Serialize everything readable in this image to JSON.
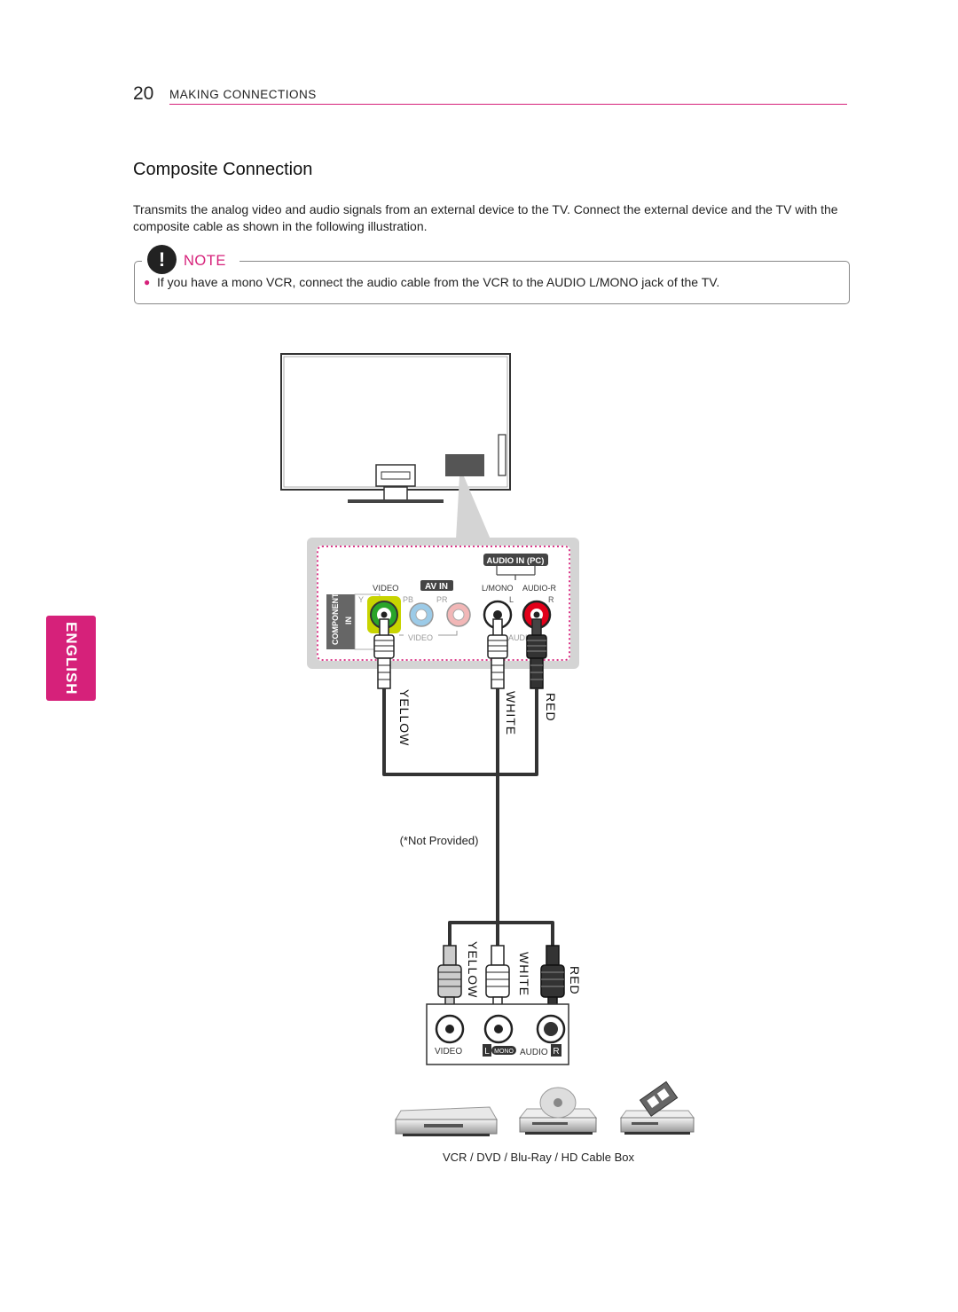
{
  "header": {
    "page_number": "20",
    "section": "MAKING CONNECTIONS"
  },
  "language_tab": "ENGLISH",
  "title": "Composite Connection",
  "intro": "Transmits the analog video and audio signals from an external device to the TV. Connect the external device and the TV with the composite cable as shown in the following illustration.",
  "note": {
    "icon": "!",
    "label": "NOTE",
    "items": [
      "If you have a mono VCR, connect the audio cable from the VCR to the AUDIO L/MONO jack of the TV."
    ]
  },
  "tv_panel": {
    "audio_in_pc": "AUDIO IN (PC)",
    "video": "VIDEO",
    "av_in": "AV IN",
    "l_mono": "L/MONO",
    "audio_r": "AUDIO-R",
    "component_in": "COMPONENT",
    "in_label": "IN",
    "y": "Y",
    "pb": "PB",
    "pr": "PR",
    "l": "L",
    "r": "R",
    "video_sub": "VIDEO",
    "audio_sub": "AUDIO"
  },
  "cable_labels": {
    "yellow": "YELLOW",
    "white": "WHITE",
    "red": "RED"
  },
  "not_provided": "(*Not Provided)",
  "device_panel": {
    "video": "VIDEO",
    "l": "L",
    "mono": "MONO",
    "audio": "AUDIO",
    "r": "R"
  },
  "devices_caption": "VCR / DVD / Blu-Ray / HD Cable Box",
  "colors": {
    "accent": "#d6217a",
    "yellow": "#8ab800",
    "white": "#ffffff",
    "red": "#e2001a"
  }
}
